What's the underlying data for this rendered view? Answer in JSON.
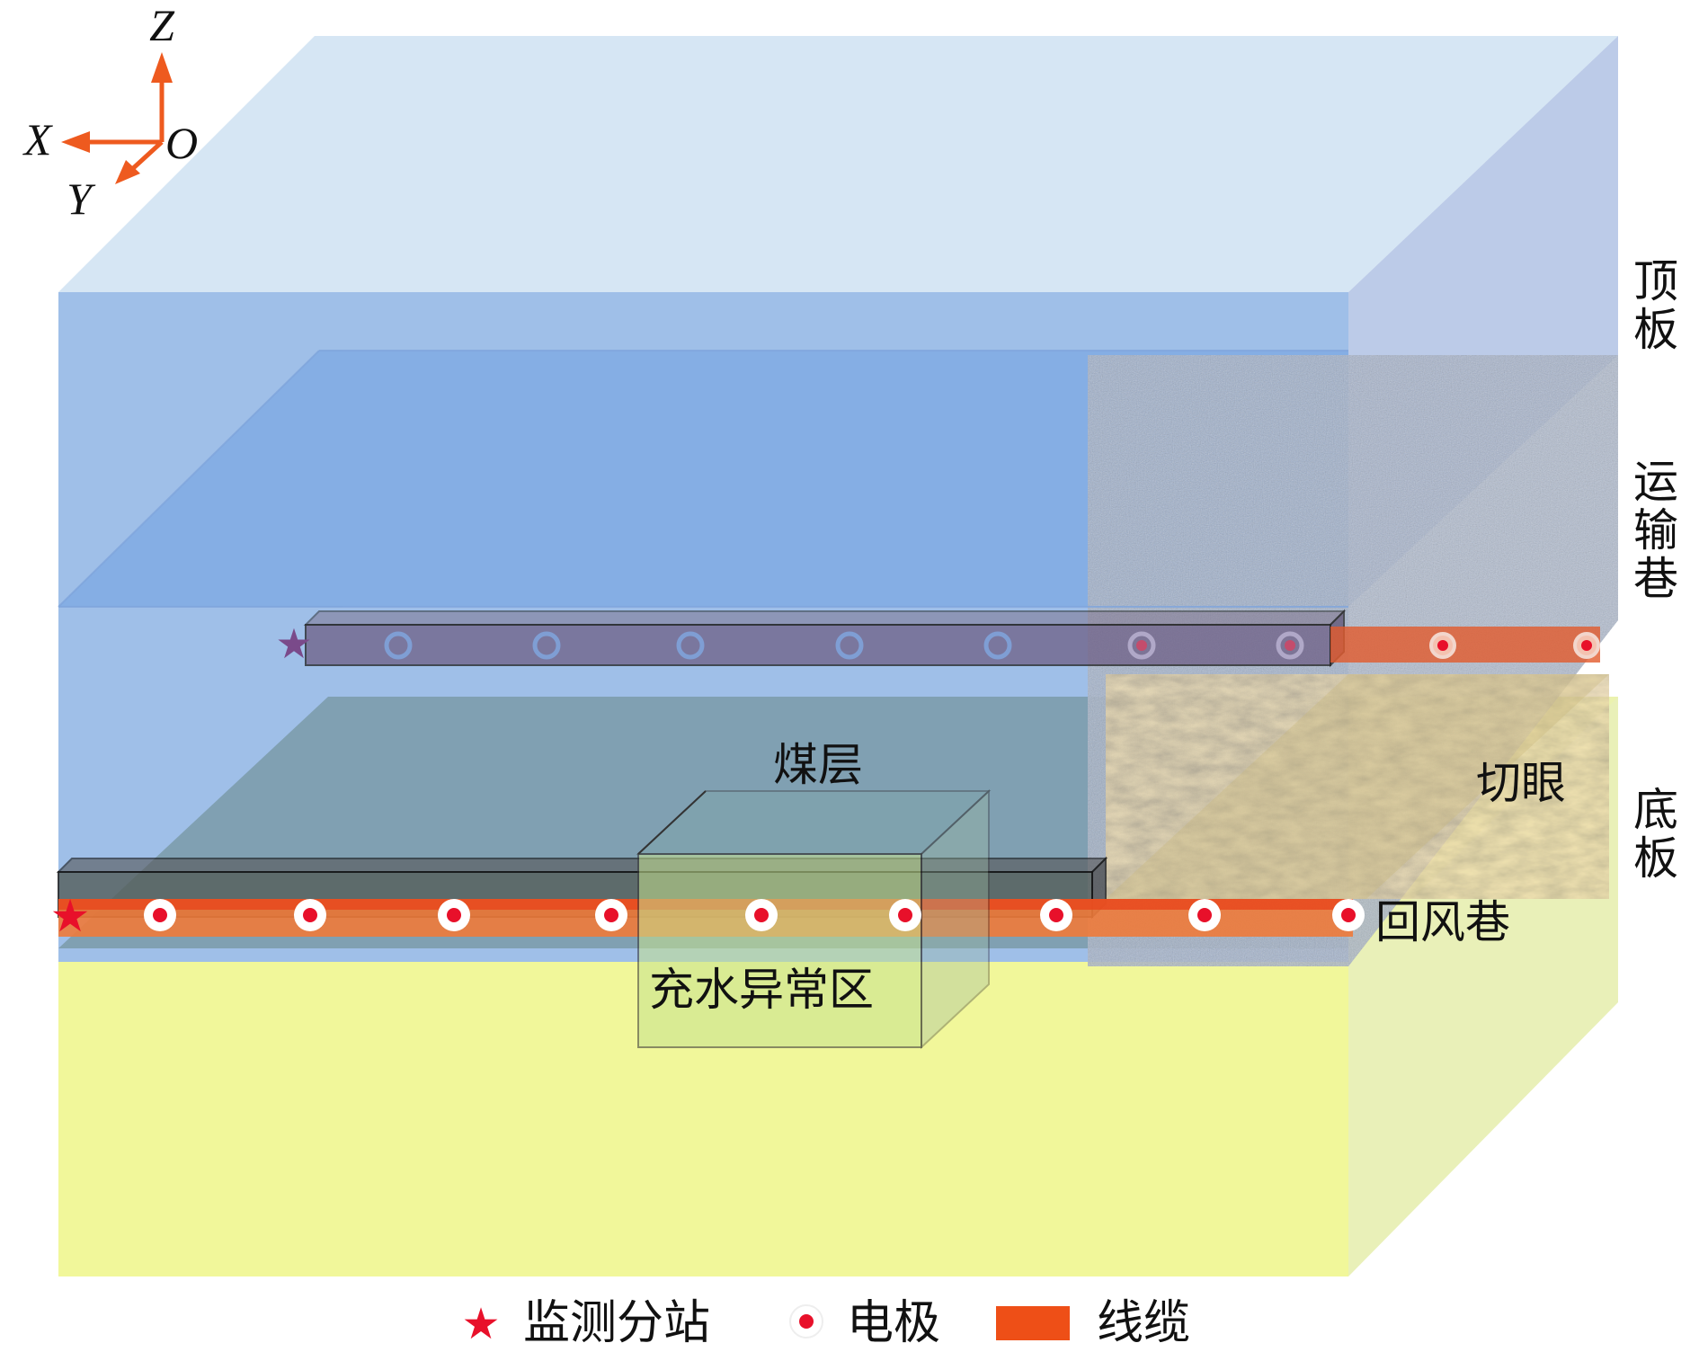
{
  "axes": {
    "z": "Z",
    "x": "X",
    "y": "Y",
    "origin": "O"
  },
  "labels": {
    "roof": "顶板",
    "transport_roadway": "运输巷",
    "open_off_cut": "切眼",
    "floor": "底板",
    "coal_seam": "煤层",
    "return_airway": "回风巷",
    "water_anomaly": "充水异常区"
  },
  "legend": {
    "station": "监测分站",
    "electrode": "电极",
    "cable": "线缆"
  },
  "colors": {
    "roof": "#a6c4ec",
    "coal": "#7a9fb8",
    "floor": "#f1f79a",
    "cable": "#ee4f17",
    "electrode": "#e8102a",
    "station": "#e8102a",
    "axis": "#ee5a1f"
  }
}
